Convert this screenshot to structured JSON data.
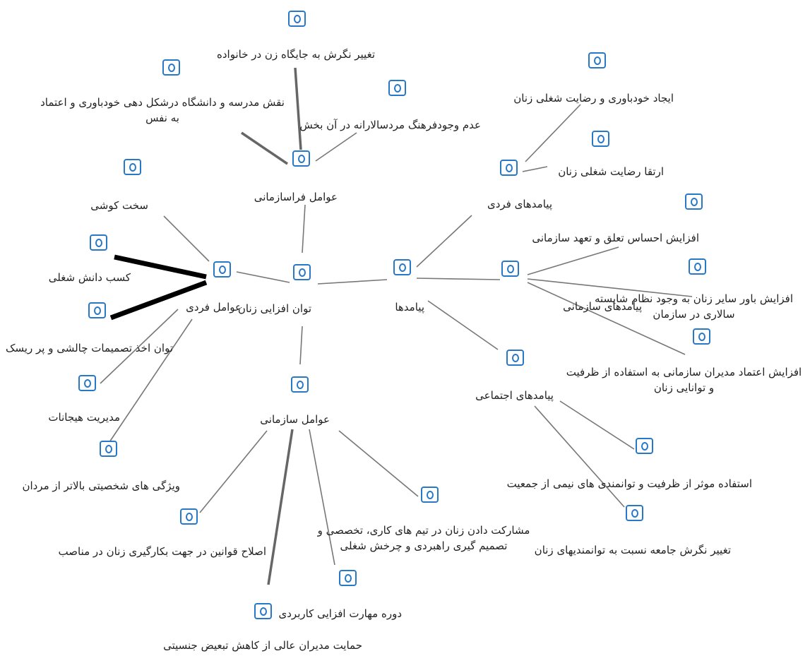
{
  "colors": {
    "icon": "#2878c8",
    "edge": "#777777",
    "strong_edge": "#000000",
    "text": "#222222"
  },
  "icon_name": "node-icon",
  "nodes": {
    "center": {
      "label": "توان افزایی زنان"
    },
    "meta_factors": {
      "label": "عوامل فراسازمانی"
    },
    "individual_factors": {
      "label": "عوامل فردی"
    },
    "org_factors": {
      "label": "عوامل سازمانی"
    },
    "outcomes": {
      "label": "پیامدها"
    },
    "individual_outcomes": {
      "label": "پیامدهای فردی"
    },
    "org_outcomes": {
      "label": "پیامدهای سازمانی"
    },
    "social_outcomes": {
      "label": "پیامدهای اجتماعی"
    },
    "family_view": {
      "label": "تغییر نگرش به جایگاه زن در خانواده"
    },
    "school_role": {
      "label": "نقش مدرسه و دانشگاه درشکل دهی خودباوری و اعتماد به نفس"
    },
    "patriarchy": {
      "label": "عدم وجودفرهنگ مردسالارانه در آن بخش"
    },
    "hard_work": {
      "label": "سخت کوشی"
    },
    "job_knowledge": {
      "label": "کسب دانش شغلی"
    },
    "risky_decisions": {
      "label": "توان اخذ تصمیمات چالشی و پر ریسک"
    },
    "emotion_mgmt": {
      "label": "مدیریت هیجانات"
    },
    "personality": {
      "label": "ویژگی های شخصیتی بالاتر از مردان"
    },
    "law_reform": {
      "label": "اصلاح قوانین در جهت بکارگیری زنان در مناصب"
    },
    "team_participation": {
      "label": "مشارکت دادن زنان در تیم های کاری، تخصصی و تصمیم گیری راهبردی و چرخش شغلی"
    },
    "skill_course": {
      "label": "دوره مهارت افزایی کاربردی"
    },
    "manager_support": {
      "label": "حمایت مدیران عالی از کاهش تبعیض جنسیتی"
    },
    "self_confidence": {
      "label": "ایجاد خودباوری و رضایت شغلی زنان"
    },
    "job_satisfaction": {
      "label": "ارتقا رضایت شغلی زنان"
    },
    "commitment": {
      "label": "افزایش احساس تعلق و تعهد سازمانی"
    },
    "meritocracy": {
      "label": "افزایش باور سایر زنان به وجود نظام شایسته سالاری در سازمان"
    },
    "manager_trust": {
      "label": "افزایش اعتماد مدیران سازمانی به استفاده از ظرفیت و توانایی زنان"
    },
    "capacity_use": {
      "label": "استفاده موثر از ظرفیت و توانمندی های نیمی از جمعیت"
    },
    "society_view": {
      "label": "تغییر نگرش جامعه نسبت به توانمندیهای زنان"
    }
  }
}
